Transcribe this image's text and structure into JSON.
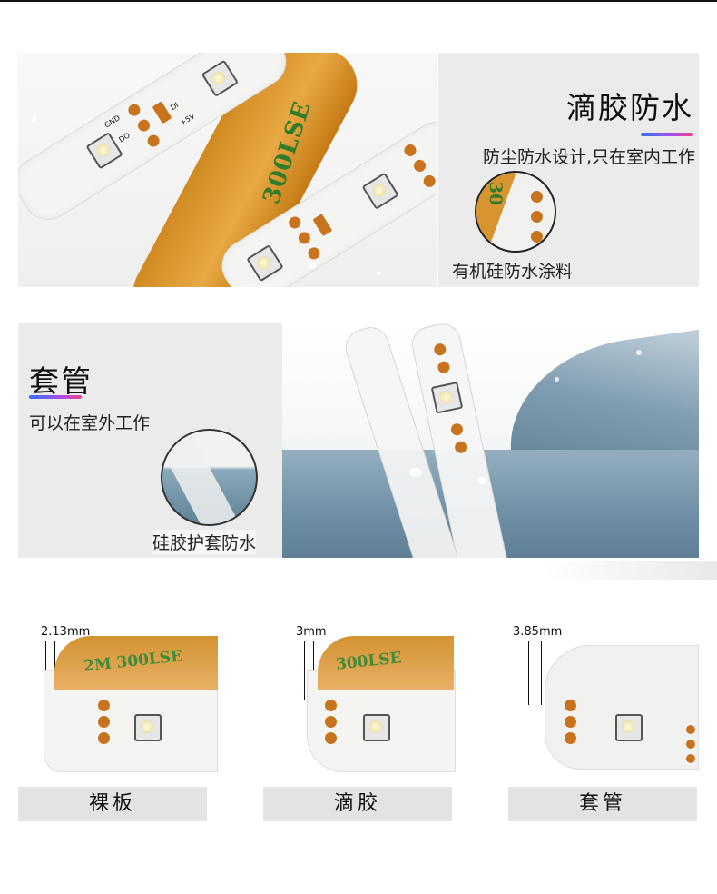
{
  "section1": {
    "title": "滴胶防水",
    "subtitle": "防尘防水设计,只在室内工作",
    "caption": "有机硅防水涂料",
    "tape_text": "300LSE",
    "circle_text": "30"
  },
  "section2": {
    "title": "套管",
    "subtitle": "可以在室外工作",
    "caption": "硅胶护套防水"
  },
  "strip_labels": {
    "gnd": "GND",
    "do": "DO",
    "di": "DI",
    "v5": "+5V"
  },
  "products": [
    {
      "thickness": "2.13mm",
      "label": "裸板",
      "tape_text": "2M 300LSE"
    },
    {
      "thickness": "3mm",
      "label": "滴胶",
      "tape_text": "300LSE"
    },
    {
      "thickness": "3.85mm",
      "label": "套管",
      "tape_text": ""
    }
  ],
  "colors": {
    "accent_gradient": [
      "#2f74f6",
      "#a34ef0",
      "#f0408d"
    ],
    "tape": "#d8952f",
    "pad": "#c8731e",
    "tape_print": "#2f7d2a",
    "panel_bg": "#ebebeb"
  }
}
